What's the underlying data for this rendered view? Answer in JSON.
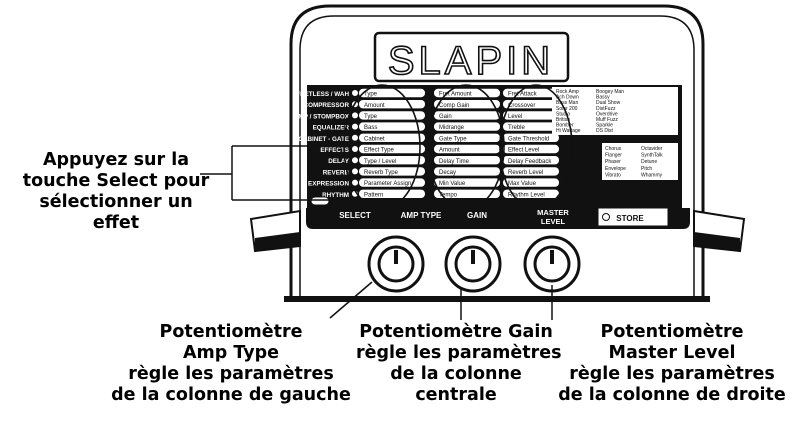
{
  "display": {
    "text": "SLAPIN"
  },
  "rows": [
    {
      "label": "FRETLESS / WAH",
      "left": "Type",
      "middle": "Fret Amount",
      "right": "Fret Attack"
    },
    {
      "label": "COMPRESSOR",
      "left": "Amount",
      "middle": "Comp Gain",
      "right": "Crossover"
    },
    {
      "label": "AMP / STOMPBOX",
      "left": "Type",
      "middle": "Gain",
      "right": "Level"
    },
    {
      "label": "EQUALIZER",
      "left": "Bass",
      "middle": "Midrange",
      "right": "Treble"
    },
    {
      "label": "CABINET - GATE",
      "left": "Cabinet",
      "middle": "Gate Type",
      "right": "Gate Threshold"
    },
    {
      "label": "EFFECTS",
      "left": "Effect Type",
      "middle": "Amount",
      "right": "Effect Level"
    },
    {
      "label": "DELAY",
      "left": "Type / Level",
      "middle": "Delay Time",
      "right": "Delay Feedback"
    },
    {
      "label": "REVERB",
      "left": "Reverb Type",
      "middle": "Decay",
      "right": "Reverb Level"
    },
    {
      "label": "EXPRESSION",
      "left": "Parameter Assign",
      "middle": "Min Value",
      "right": "Max Value"
    },
    {
      "label": "RHYTHM",
      "left": "Pattern",
      "middle": "Tempo",
      "right": "Rhythm Level"
    }
  ],
  "amp_models": [
    "Rock Amp",
    "Boogey Man",
    "Ach Down",
    "Bassy",
    "Bass Man",
    "Dual Show",
    "Solar 200",
    "DistFuzz",
    "Studio",
    "Overdrive",
    "British",
    "Muff Fuzz",
    "Bomber",
    "Sparkle",
    "Hi Wattage",
    "DS Dist"
  ],
  "effect_models": [
    "Chorus",
    "Octavider",
    "Flanger",
    "SynthTalk",
    "Phaser",
    "Detune",
    "Envelope",
    "Pitch",
    "Vibrato",
    "Whammy"
  ],
  "buttons": {
    "select": "SELECT",
    "amp_type": "AMP TYPE",
    "gain": "GAIN",
    "master_level_1": "MASTER",
    "master_level_2": "LEVEL",
    "store": "STORE"
  },
  "captions": {
    "select": [
      "Appuyez sur la",
      "touche Select pour",
      "sélectionner un",
      "effet"
    ],
    "amp_type": [
      "Potentiomètre",
      "Amp Type",
      "règle les paramètres",
      "de la colonne de gauche"
    ],
    "gain": [
      "Potentiomètre Gain",
      "règle les paramètres",
      "de la colonne",
      "centrale"
    ],
    "master": [
      "Potentiomètre",
      "Master Level",
      "règle les paramètres",
      "de la colonne de droite"
    ]
  }
}
